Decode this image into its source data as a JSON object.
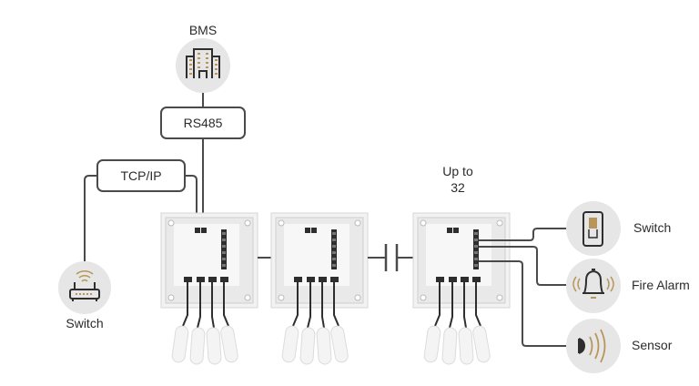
{
  "nodes": {
    "bms": {
      "label": "BMS",
      "icon": "building-icon"
    },
    "rs485": {
      "label": "RS485"
    },
    "tcpip": {
      "label": "TCP/IP"
    },
    "network_switch": {
      "label": "Switch",
      "icon": "router-icon"
    },
    "controllers_count": {
      "label_line1": "Up to",
      "label_line2": "32"
    },
    "wall_switch": {
      "label": "Switch",
      "icon": "light-switch-icon"
    },
    "fire_alarm": {
      "label": "Fire Alarm",
      "icon": "bell-icon"
    },
    "sensor": {
      "label": "Sensor",
      "icon": "sensor-icon"
    }
  },
  "controllers": [
    {
      "name": "controller-1"
    },
    {
      "name": "controller-2"
    },
    {
      "name": "controller-n"
    }
  ],
  "colors": {
    "wire": "#4a4a4a",
    "accent": "#b8965a",
    "circle": "#e6e6e6",
    "enclosure": "#f0f0f0"
  }
}
